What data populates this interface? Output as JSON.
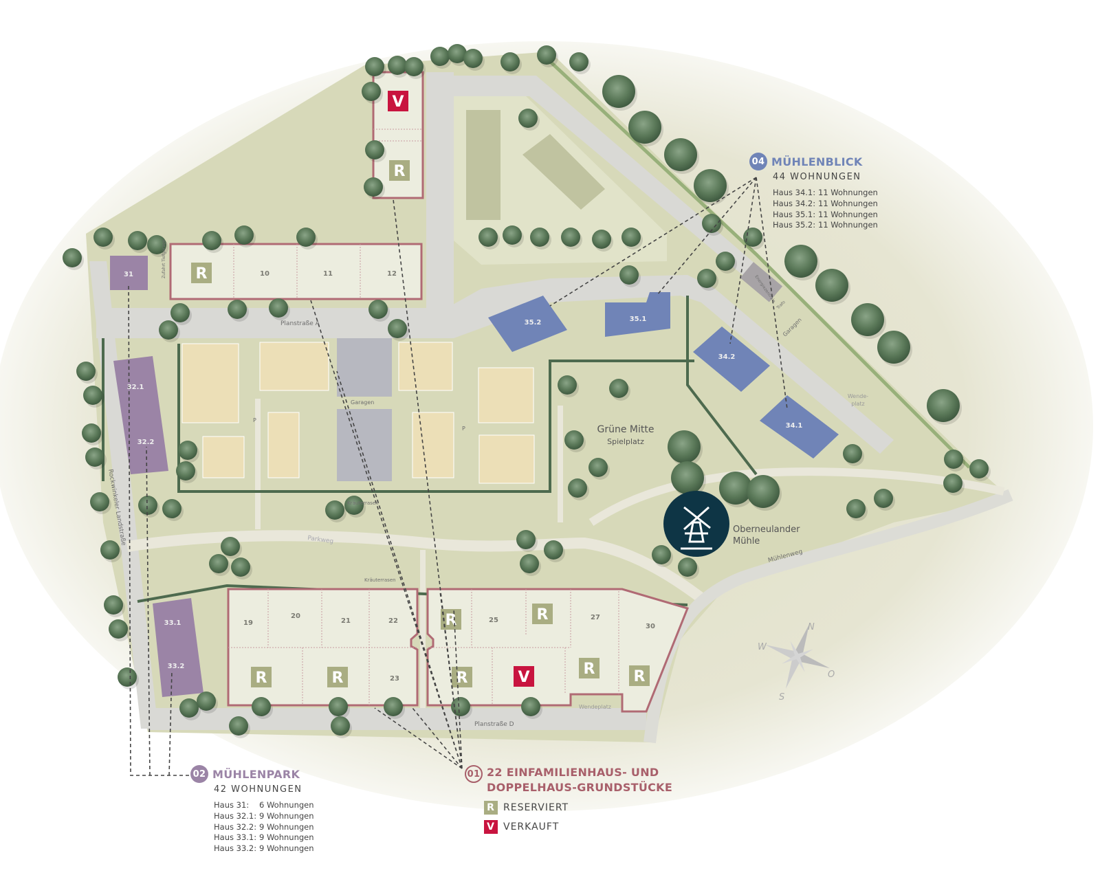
{
  "colors": {
    "reserved": "#a9ad82",
    "sold": "#c8143f",
    "plot_border": "#b06a74",
    "muehlenpark": "#9b84a6",
    "muehlenblick": "#7084b7",
    "mill": "#0e3545",
    "ground": "#d7d9b9"
  },
  "legend_04": {
    "badge": "04",
    "title": "MÜHLENBLICK",
    "subtitle": "44 WOHNUNGEN",
    "rows": [
      {
        "house": "Haus 34.1:",
        "units": "11 Wohnungen"
      },
      {
        "house": "Haus 34.2:",
        "units": "11 Wohnungen"
      },
      {
        "house": "Haus 35.1:",
        "units": "11 Wohnungen"
      },
      {
        "house": "Haus 35.2:",
        "units": "11 Wohnungen"
      }
    ]
  },
  "legend_02": {
    "badge": "02",
    "title": "MÜHLENPARK",
    "subtitle": "42 WOHNUNGEN",
    "rows": [
      {
        "house": "Haus 31:",
        "units": "6 Wohnungen"
      },
      {
        "house": "Haus 32.1:",
        "units": "9 Wohnungen"
      },
      {
        "house": "Haus 32.2:",
        "units": "9 Wohnungen"
      },
      {
        "house": "Haus 33.1:",
        "units": "9 Wohnungen"
      },
      {
        "house": "Haus 33.2:",
        "units": "9 Wohnungen"
      }
    ]
  },
  "legend_01": {
    "badge": "01",
    "title_line1": "22 EINFAMILIENHAUS- UND",
    "title_line2": "DOPPELHAUS-GRUNDSTÜCKE",
    "status": [
      {
        "code": "R",
        "label": "RESERVIERT",
        "type": "reserved"
      },
      {
        "code": "V",
        "label": "VERKAUFT",
        "type": "sold"
      }
    ]
  },
  "plots": [
    {
      "label": "V",
      "status": "sold"
    },
    {
      "label": "R",
      "status": "reserved"
    },
    {
      "label": "R",
      "status": "reserved"
    },
    {
      "label": "10",
      "status": "free"
    },
    {
      "label": "11",
      "status": "free"
    },
    {
      "label": "12",
      "status": "free"
    },
    {
      "label": "19",
      "status": "free"
    },
    {
      "label": "20",
      "status": "free"
    },
    {
      "label": "21",
      "status": "free"
    },
    {
      "label": "22",
      "status": "free"
    },
    {
      "label": "R",
      "status": "reserved"
    },
    {
      "label": "R",
      "status": "reserved"
    },
    {
      "label": "23",
      "status": "free"
    },
    {
      "label": "R",
      "status": "reserved"
    },
    {
      "label": "25",
      "status": "free"
    },
    {
      "label": "R",
      "status": "reserved"
    },
    {
      "label": "27",
      "status": "free"
    },
    {
      "label": "30",
      "status": "free"
    },
    {
      "label": "R",
      "status": "reserved"
    },
    {
      "label": "V",
      "status": "sold"
    },
    {
      "label": "R",
      "status": "reserved"
    },
    {
      "label": "R",
      "status": "reserved"
    }
  ],
  "buildings": {
    "b31": "31",
    "b321": "32.1",
    "b322": "32.2",
    "b331": "33.1",
    "b332": "33.2",
    "b351": "35.1",
    "b352": "35.2",
    "b341": "34.1",
    "b342": "34.2"
  },
  "places": {
    "gruene_mitte": "Grüne Mitte",
    "spielplatz": "Spielplatz",
    "mill_line1": "Oberneulander",
    "mill_line2": "Mühle",
    "planstrasse_a": "Planstraße A",
    "planstrasse_d": "Planstraße D",
    "rockwinkeler": "Rockwinkeler Landstraße",
    "parkweg": "Parkweg",
    "muehlenweg": "Mühlenweg",
    "kraeuterrasen_1": "Kräuterrasen",
    "kraeuterrasen_2": "Kräuterrasen",
    "garagen_1": "Garagen",
    "garagen_2": "Garagen",
    "wendeplatz_1": "Wende-",
    "wendeplatz_1b": "platz",
    "wendeplatz_2": "Wendeplatz",
    "energiezentrale": "Energiezentrale",
    "trafo": "Trafo",
    "zufahrt": "Zufahrt Tiefgarage",
    "parking": "P",
    "compass_n": "N",
    "compass_o": "O",
    "compass_s": "S",
    "compass_w": "W"
  },
  "icons": {
    "mill": "windmill-icon",
    "compass": "compass-rose-icon"
  }
}
